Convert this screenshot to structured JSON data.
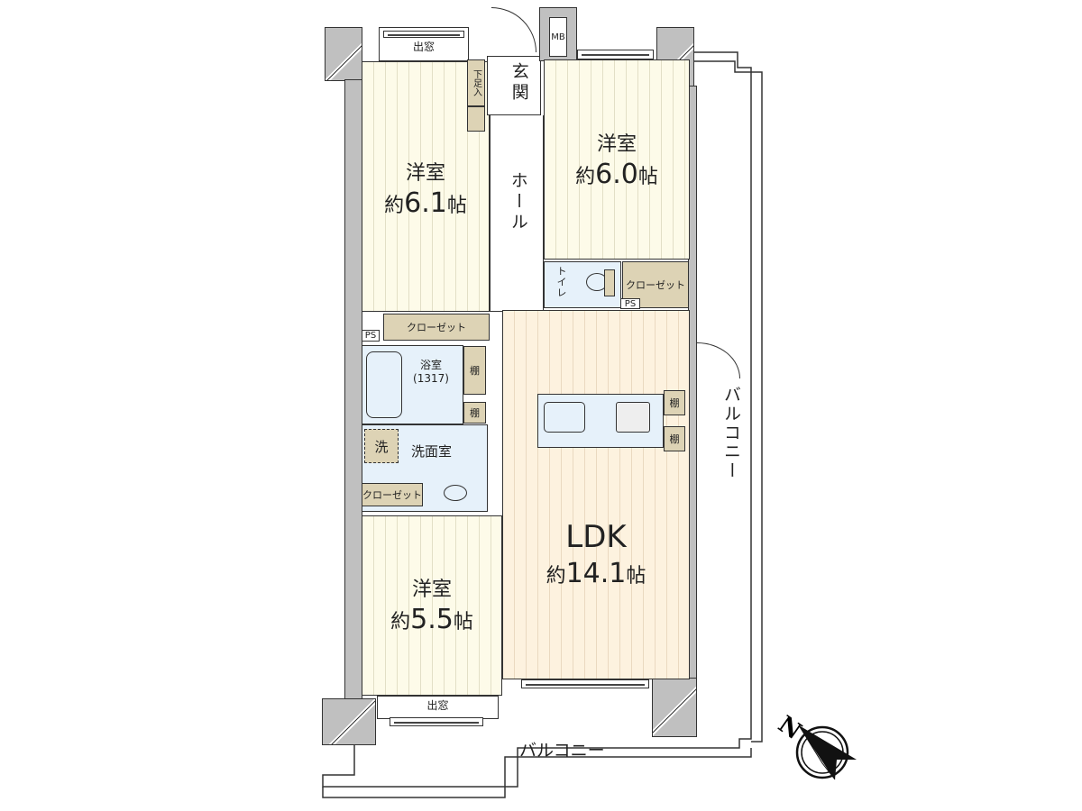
{
  "floorplan": {
    "rooms": [
      {
        "id": "western-room-nw",
        "type": "洋室",
        "area_prefix": "約",
        "area_value": "6.1",
        "area_unit": "帖"
      },
      {
        "id": "western-room-ne",
        "type": "洋室",
        "area_prefix": "約",
        "area_value": "6.0",
        "area_unit": "帖"
      },
      {
        "id": "western-room-sw",
        "type": "洋室",
        "area_prefix": "約",
        "area_value": "5.5",
        "area_unit": "帖"
      },
      {
        "id": "ldk",
        "type": "LDK",
        "area_prefix": "約",
        "area_value": "14.1",
        "area_unit": "帖"
      }
    ],
    "labels": {
      "entrance": "玄関",
      "shoe_closet": "下足入",
      "hall": "ホール",
      "toilet": "トイレ",
      "bathroom": "浴室",
      "bathroom_size": "(1317)",
      "washroom": "洗面室",
      "washer": "洗",
      "meter_box": "MB",
      "pipe_space": "PS",
      "closet": "クローゼット",
      "shelf": "棚",
      "bay_window": "出窓",
      "balcony": "バルコニー"
    },
    "compass": {
      "north_label": "N"
    },
    "colors": {
      "western_floor": "#fdfbe9",
      "ldk_floor": "#fdf2df",
      "wet_area": "#e6f1fa",
      "closet": "#ddd3b5",
      "wall": "#c0c0c0",
      "line": "#333333"
    }
  }
}
